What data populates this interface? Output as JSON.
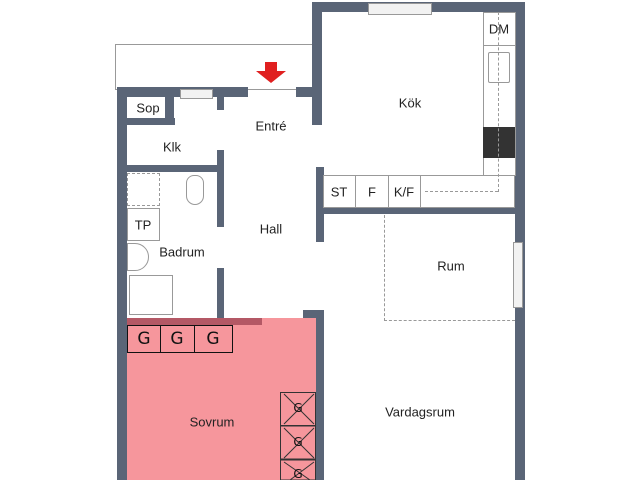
{
  "rooms": {
    "sop": "Sop",
    "entre": "Entré",
    "klk": "Klk",
    "kok": "Kök",
    "dm": "DM",
    "st": "ST",
    "f": "F",
    "kf": "K/F",
    "tp": "TP",
    "hall": "Hall",
    "badrum": "Badrum",
    "rum": "Rum",
    "sovrum": "Sovrum",
    "vardagsrum": "Vardagsrum"
  },
  "annotations": {
    "wardrobe_marks": [
      "G",
      "G",
      "G"
    ],
    "crossed_marks": [
      "G",
      "G",
      "G"
    ],
    "overlay_color": "#f0505a",
    "entrance_arrow_color": "#e02020"
  },
  "colors": {
    "wall": "#5a6577"
  }
}
